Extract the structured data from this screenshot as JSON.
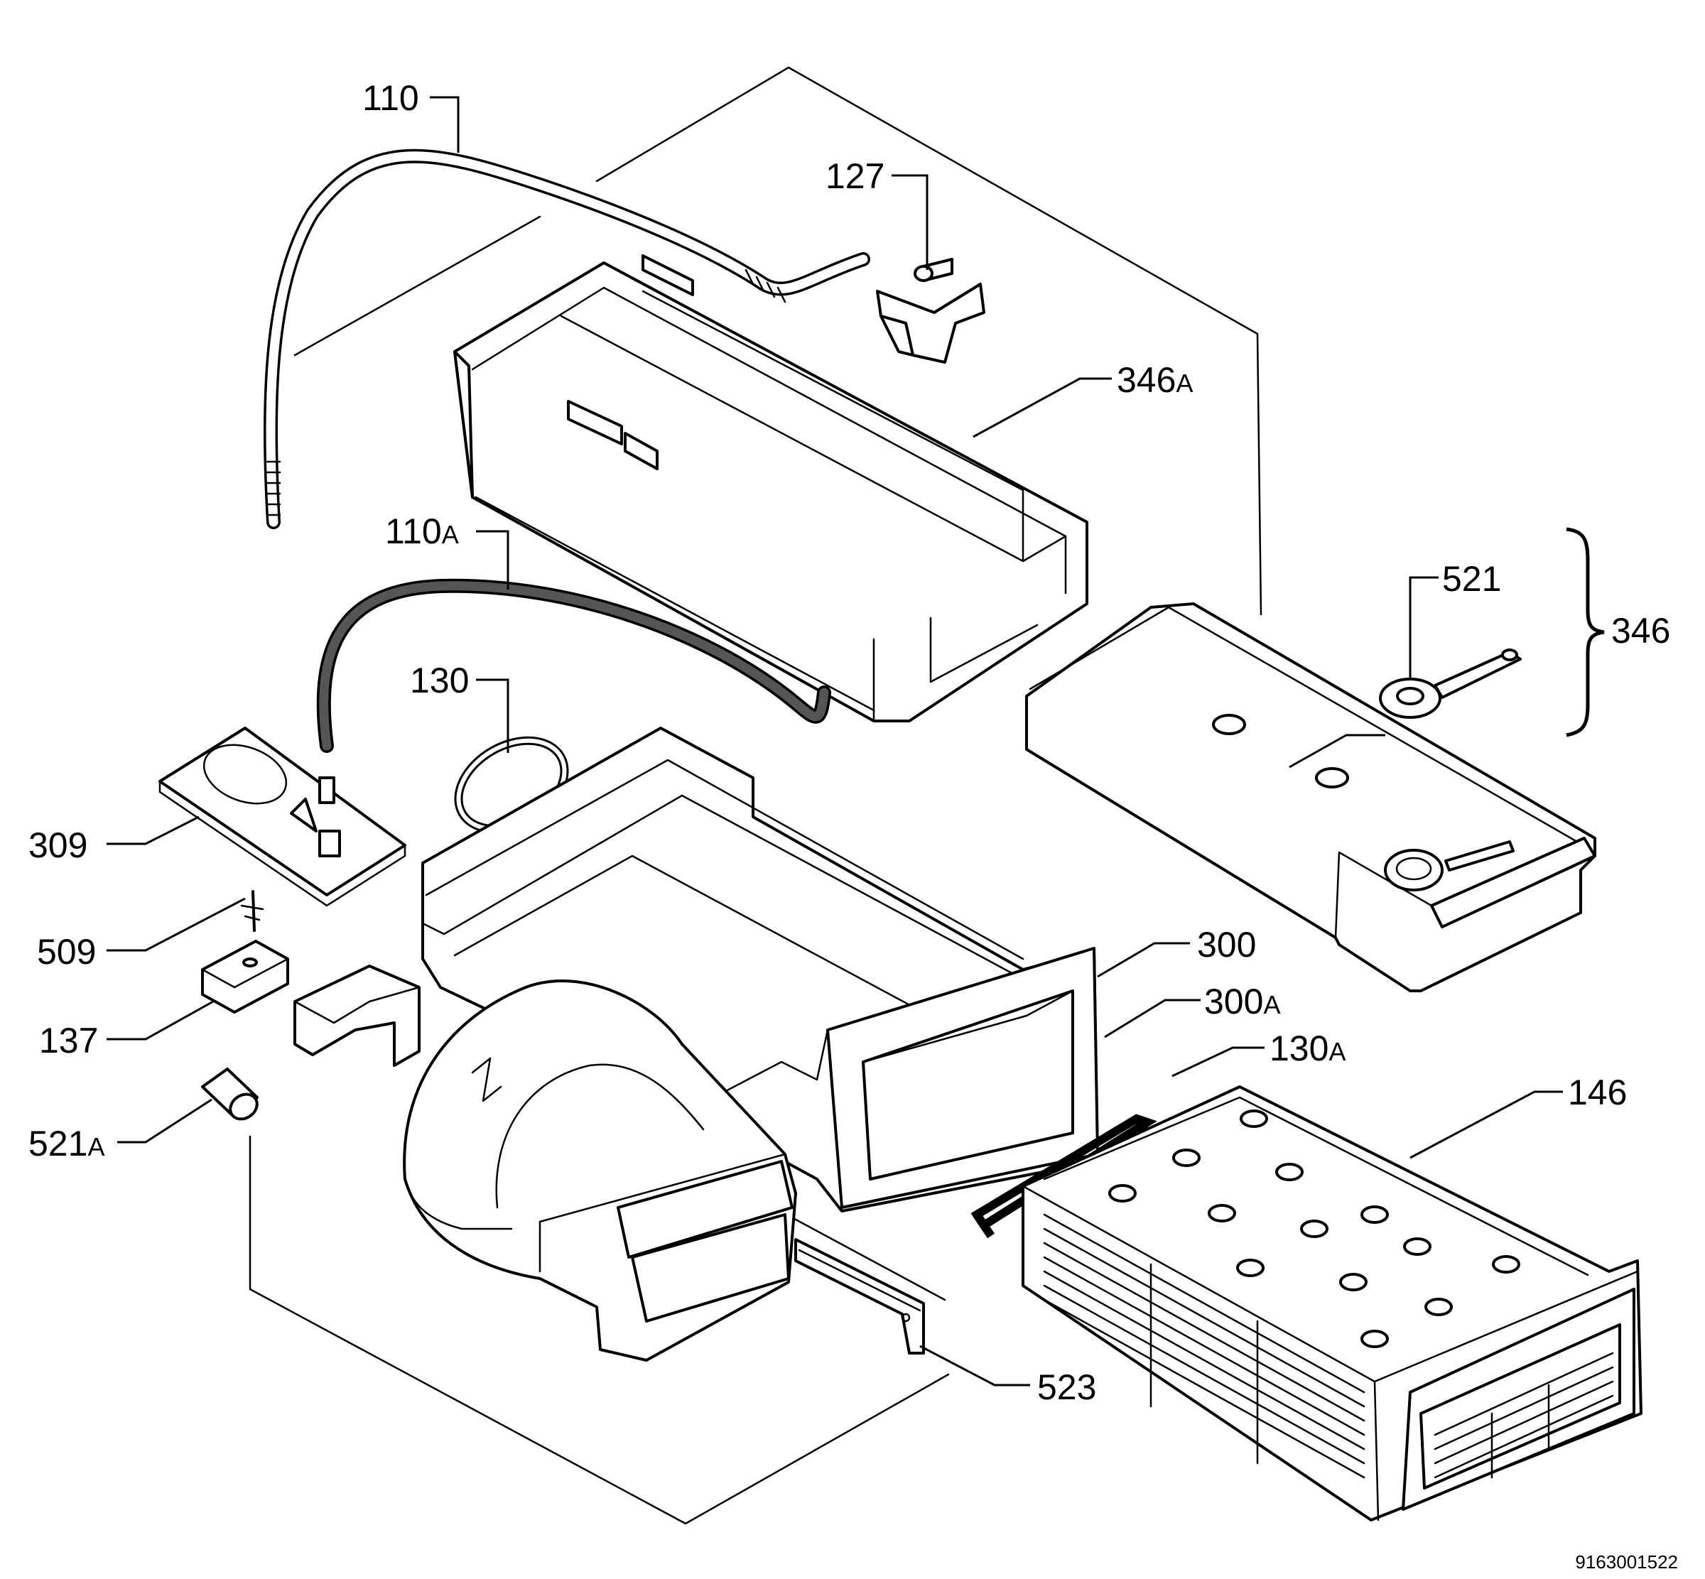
{
  "labels": {
    "110": {
      "num": "110",
      "suffix": ""
    },
    "127": {
      "num": "127",
      "suffix": ""
    },
    "346A": {
      "num": "346",
      "suffix": "A"
    },
    "110A": {
      "num": "110",
      "suffix": "A"
    },
    "521": {
      "num": "521",
      "suffix": ""
    },
    "346": {
      "num": "346",
      "suffix": ""
    },
    "130": {
      "num": "130",
      "suffix": ""
    },
    "309": {
      "num": "309",
      "suffix": ""
    },
    "509": {
      "num": "509",
      "suffix": ""
    },
    "300": {
      "num": "300",
      "suffix": ""
    },
    "300A": {
      "num": "300",
      "suffix": "A"
    },
    "130A": {
      "num": "130",
      "suffix": "A"
    },
    "137": {
      "num": "137",
      "suffix": ""
    },
    "146": {
      "num": "146",
      "suffix": ""
    },
    "521A": {
      "num": "521",
      "suffix": "A"
    },
    "523": {
      "num": "523",
      "suffix": ""
    }
  },
  "document_number": "9163001522"
}
